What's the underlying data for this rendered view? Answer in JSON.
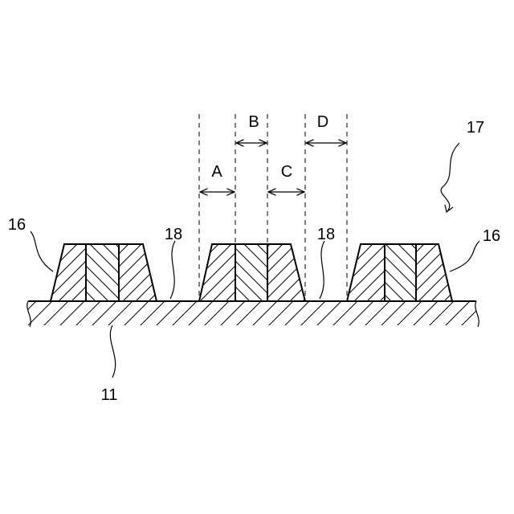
{
  "labels": {
    "dim_a": "A",
    "dim_b": "B",
    "dim_c": "C",
    "dim_d": "D",
    "structure": "17",
    "block_left": "16",
    "block_right": "16",
    "gap_left": "18",
    "gap_right": "18",
    "substrate": "11"
  }
}
